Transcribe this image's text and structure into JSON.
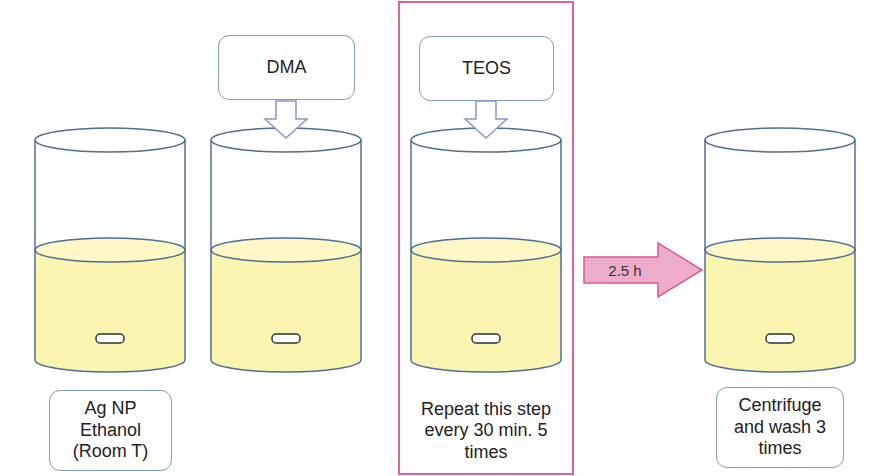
{
  "diagram": {
    "nodes": [
      {
        "text": [
          "Ag NP Ethanol (Room T)"
        ]
      },
      {
        "text": [
          "DMA"
        ]
      },
      {
        "text": [
          "Repeat this step every 30 min. 5 times"
        ]
      },
      {
        "text": [
          "TEOS"
        ],
        "in": 2
      },
      {
        "text": [
          "Centrifuge and wash 3 times"
        ]
      }
    ],
    "labels": [
      "2.5 h"
    ]
  }
}
